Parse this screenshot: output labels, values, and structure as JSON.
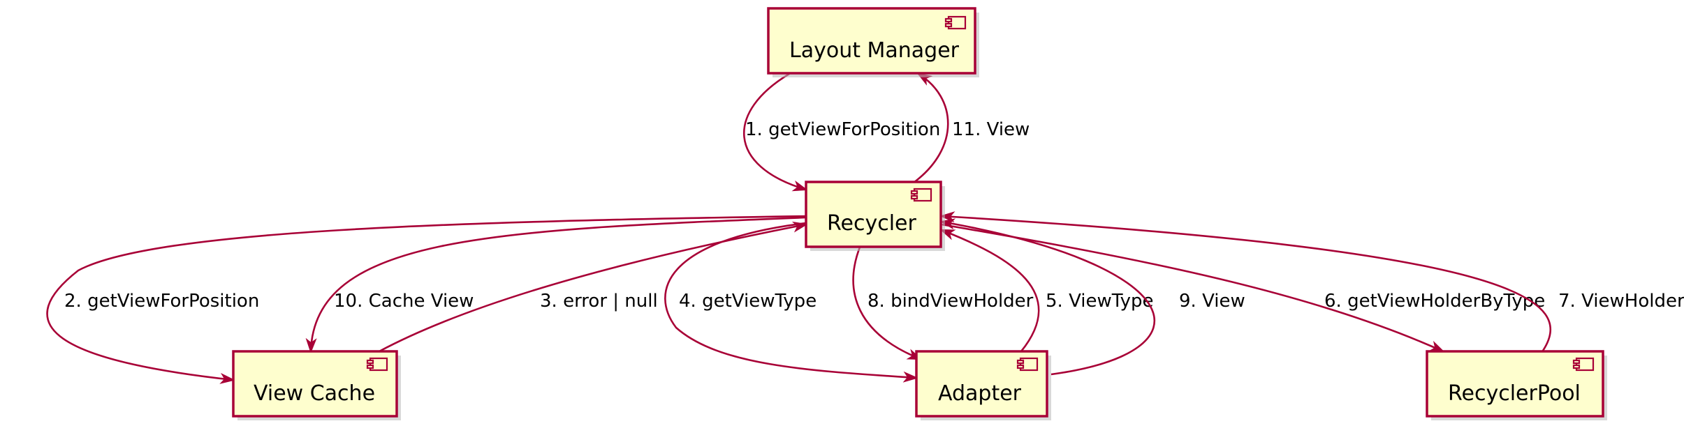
{
  "diagram": {
    "nodes": [
      {
        "id": "layout_manager",
        "label": "Layout Manager",
        "icon": "component-icon"
      },
      {
        "id": "recycler",
        "label": "Recycler",
        "icon": "component-icon"
      },
      {
        "id": "view_cache",
        "label": "View Cache",
        "icon": "component-icon"
      },
      {
        "id": "adapter",
        "label": "Adapter",
        "icon": "component-icon"
      },
      {
        "id": "recycler_pool",
        "label": "RecyclerPool",
        "icon": "component-icon"
      }
    ],
    "edges": [
      {
        "from": "layout_manager",
        "to": "recycler",
        "label": "1. getViewForPosition"
      },
      {
        "from": "recycler",
        "to": "view_cache",
        "label": "2. getViewForPosition"
      },
      {
        "from": "view_cache",
        "to": "recycler",
        "label": "3. error | null"
      },
      {
        "from": "recycler",
        "to": "adapter",
        "label": "4. getViewType"
      },
      {
        "from": "adapter",
        "to": "recycler",
        "label": "5. ViewType"
      },
      {
        "from": "recycler",
        "to": "recycler_pool",
        "label": "6. getViewHolderByType"
      },
      {
        "from": "recycler_pool",
        "to": "recycler",
        "label": "7. ViewHolder"
      },
      {
        "from": "recycler",
        "to": "adapter",
        "label": "8. bindViewHolder"
      },
      {
        "from": "adapter",
        "to": "recycler",
        "label": "9. View"
      },
      {
        "from": "recycler",
        "to": "view_cache",
        "label": "10. Cache View"
      },
      {
        "from": "recycler",
        "to": "layout_manager",
        "label": "11. View"
      }
    ],
    "colors": {
      "box_fill": "#FEFECE",
      "border": "#A80036",
      "text": "#000000"
    }
  }
}
